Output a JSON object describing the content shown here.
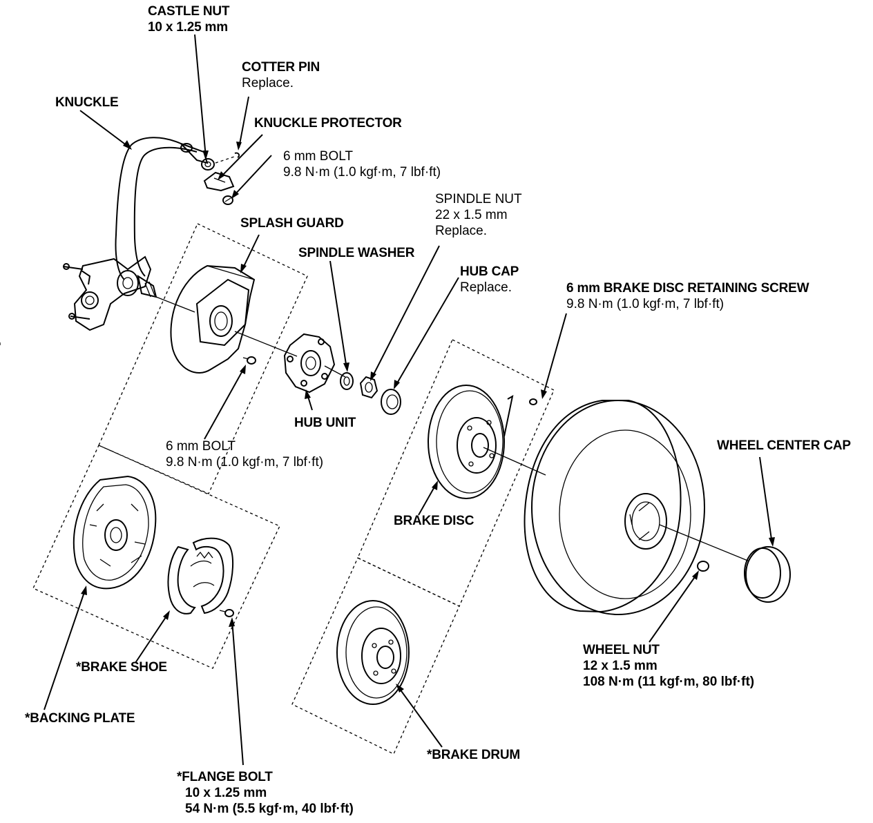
{
  "labels": {
    "castle_nut": {
      "title": "CASTLE NUT",
      "lines": [
        "10 x 1.25 mm"
      ]
    },
    "cotter_pin": {
      "title": "COTTER PIN",
      "lines": [
        "Replace."
      ]
    },
    "knuckle": {
      "title": "KNUCKLE"
    },
    "knuckle_protector": {
      "title": "KNUCKLE PROTECTOR"
    },
    "bolt_6mm_top": {
      "title": "6 mm BOLT",
      "lines": [
        "9.8 N·m (1.0 kgf·m, 7 lbf·ft)"
      ]
    },
    "splash_guard": {
      "title": "SPLASH GUARD"
    },
    "spindle_nut": {
      "title": "SPINDLE NUT",
      "lines": [
        "22 x 1.5 mm",
        "Replace."
      ]
    },
    "spindle_washer": {
      "title": "SPINDLE WASHER"
    },
    "hub_cap": {
      "title": "HUB CAP",
      "lines": [
        "Replace."
      ]
    },
    "brake_disc_screw": {
      "title": "6 mm BRAKE DISC RETAINING SCREW",
      "lines": [
        "9.8 N·m (1.0 kgf·m, 7 lbf·ft)"
      ]
    },
    "wheel_center_cap": {
      "title": "WHEEL CENTER CAP"
    },
    "hub_unit": {
      "title": "HUB UNIT"
    },
    "bolt_6mm_mid": {
      "title": "6 mm BOLT",
      "lines": [
        "9.8 N·m (1.0 kgf·m, 7 lbf·ft)"
      ]
    },
    "brake_disc": {
      "title": "BRAKE DISC"
    },
    "brake_shoe": {
      "title": "*BRAKE SHOE"
    },
    "backing_plate": {
      "title": "*BACKING PLATE"
    },
    "wheel_nut": {
      "title": "WHEEL NUT",
      "lines": [
        "12 x 1.5 mm",
        "108 N·m (11 kgf·m, 80 lbf·ft)"
      ]
    },
    "brake_drum": {
      "title": "*BRAKE DRUM"
    },
    "flange_bolt": {
      "title": "*FLANGE BOLT",
      "lines": [
        "10 x 1.25 mm",
        "54 N·m (5.5 kgf·m, 40 lbf·ft)"
      ]
    }
  }
}
